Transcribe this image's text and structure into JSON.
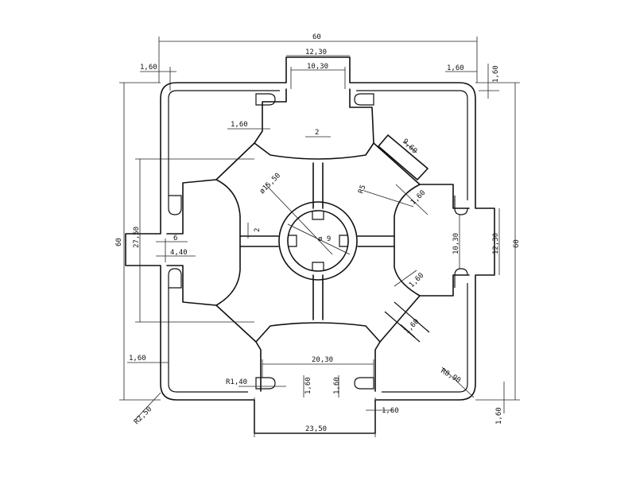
{
  "profile": {
    "labels": {
      "overall_width": "60",
      "overall_height_left": "60",
      "overall_height_right": "60",
      "top_slot_outer": "12,30",
      "top_slot_inner": "10,30",
      "right_slot_outer": "12,30",
      "right_slot_inner": "10,30",
      "bottom_slot_inner": "20,30",
      "bottom_slot_outer": "23,50",
      "core_span": "27,50",
      "wall_top_left": "1,60",
      "wall_top_right_h": "1,60",
      "wall_top_right_v": "1,60",
      "wall_inner_top": "1,60",
      "wall_left_bottom": "1,60",
      "wall_right_upper": "1,60",
      "wall_right_lower": "1,60",
      "wall_diag_lower": "1,60",
      "wall_bottom_center": "1,60",
      "wall_bottom_center_2": "1,60",
      "wall_bottom_right": "1,60",
      "wall_bottom_right_v": "1,60",
      "left_slot_depth": "6",
      "left_slot_lip": "4,40",
      "diag_web": "9,60",
      "rib": "2",
      "rib_2": "2",
      "center_bore": "ø15,50",
      "center_hole": "ø 9",
      "fillet_core": "R5",
      "fillet_small": "R1,40",
      "fillet_corner_outer": "R2,50",
      "fillet_corner_inner": "R0,90"
    }
  }
}
